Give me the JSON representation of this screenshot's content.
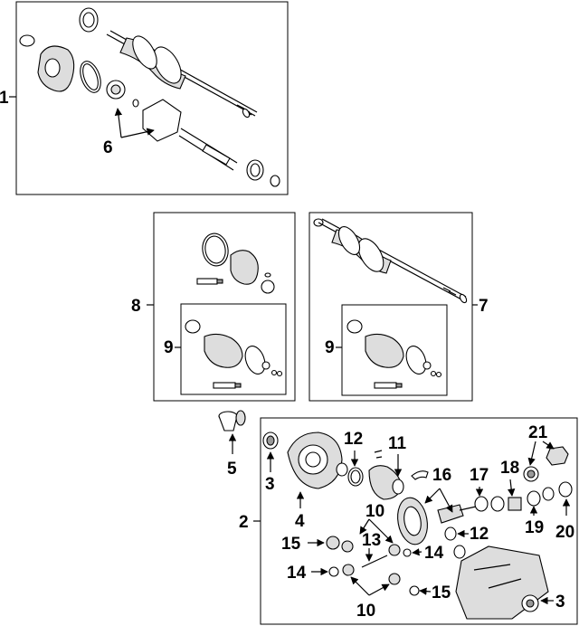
{
  "callouts": {
    "c1": "1",
    "c2": "2",
    "c3a": "3",
    "c3b": "3",
    "c4": "4",
    "c5": "5",
    "c6": "6",
    "c7": "7",
    "c8": "8",
    "c9a": "9",
    "c9b": "9",
    "c10a": "10",
    "c10b": "10",
    "c11": "11",
    "c12a": "12",
    "c12b": "12",
    "c13": "13",
    "c14a": "14",
    "c14b": "14",
    "c15a": "15",
    "c15b": "15",
    "c16": "16",
    "c17": "17",
    "c18": "18",
    "c19": "19",
    "c20": "20",
    "c21": "21"
  }
}
